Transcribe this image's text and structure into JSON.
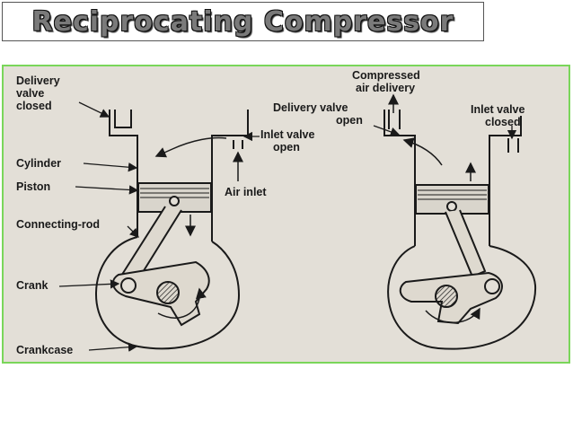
{
  "title": "Reciprocating Compressor",
  "labels": {
    "delivery_valve_closed": [
      "Delivery",
      "valve",
      "closed"
    ],
    "inlet_valve_open": [
      "Inlet valve",
      "open"
    ],
    "cylinder": "Cylinder",
    "piston": "Piston",
    "air_inlet": "Air inlet",
    "connecting_rod": "Connecting-rod",
    "crank": "Crank",
    "crankcase": "Crankcase",
    "compressed_air_delivery": [
      "Compressed",
      "air delivery"
    ],
    "delivery_valve_open": [
      "Delivery valve",
      "open"
    ],
    "inlet_valve_closed": [
      "Inlet valve",
      "closed"
    ]
  },
  "colors": {
    "figure_border": "#7ad65a",
    "figure_background": "#e3dfd7",
    "ink": "#1a1a1a"
  }
}
